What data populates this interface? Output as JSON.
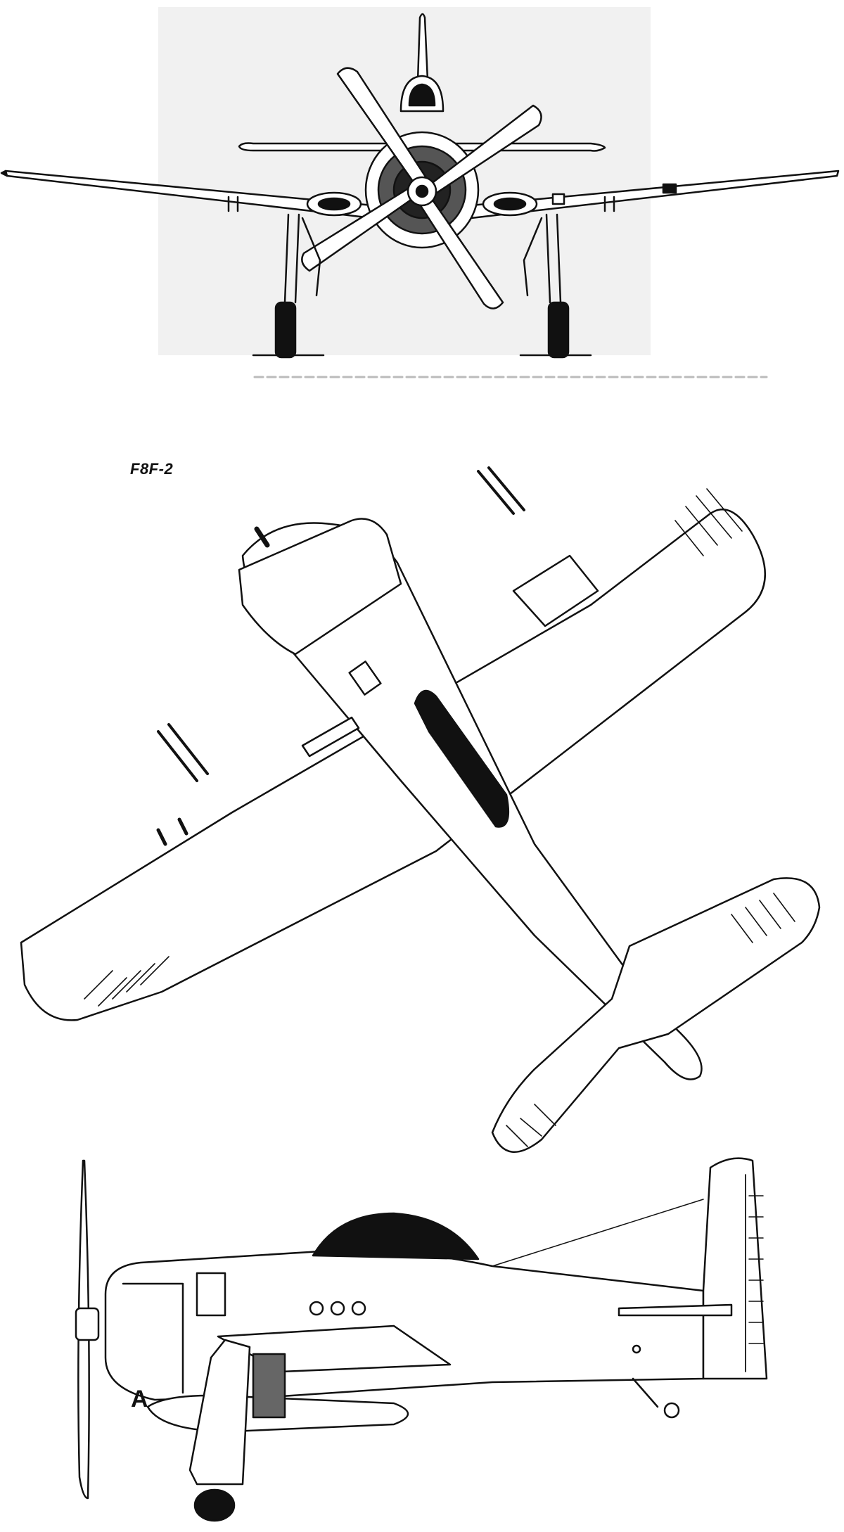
{
  "labels": {
    "model": "F8F-2",
    "marking": "A"
  },
  "views": [
    "front-view",
    "plan-view",
    "side-view"
  ]
}
